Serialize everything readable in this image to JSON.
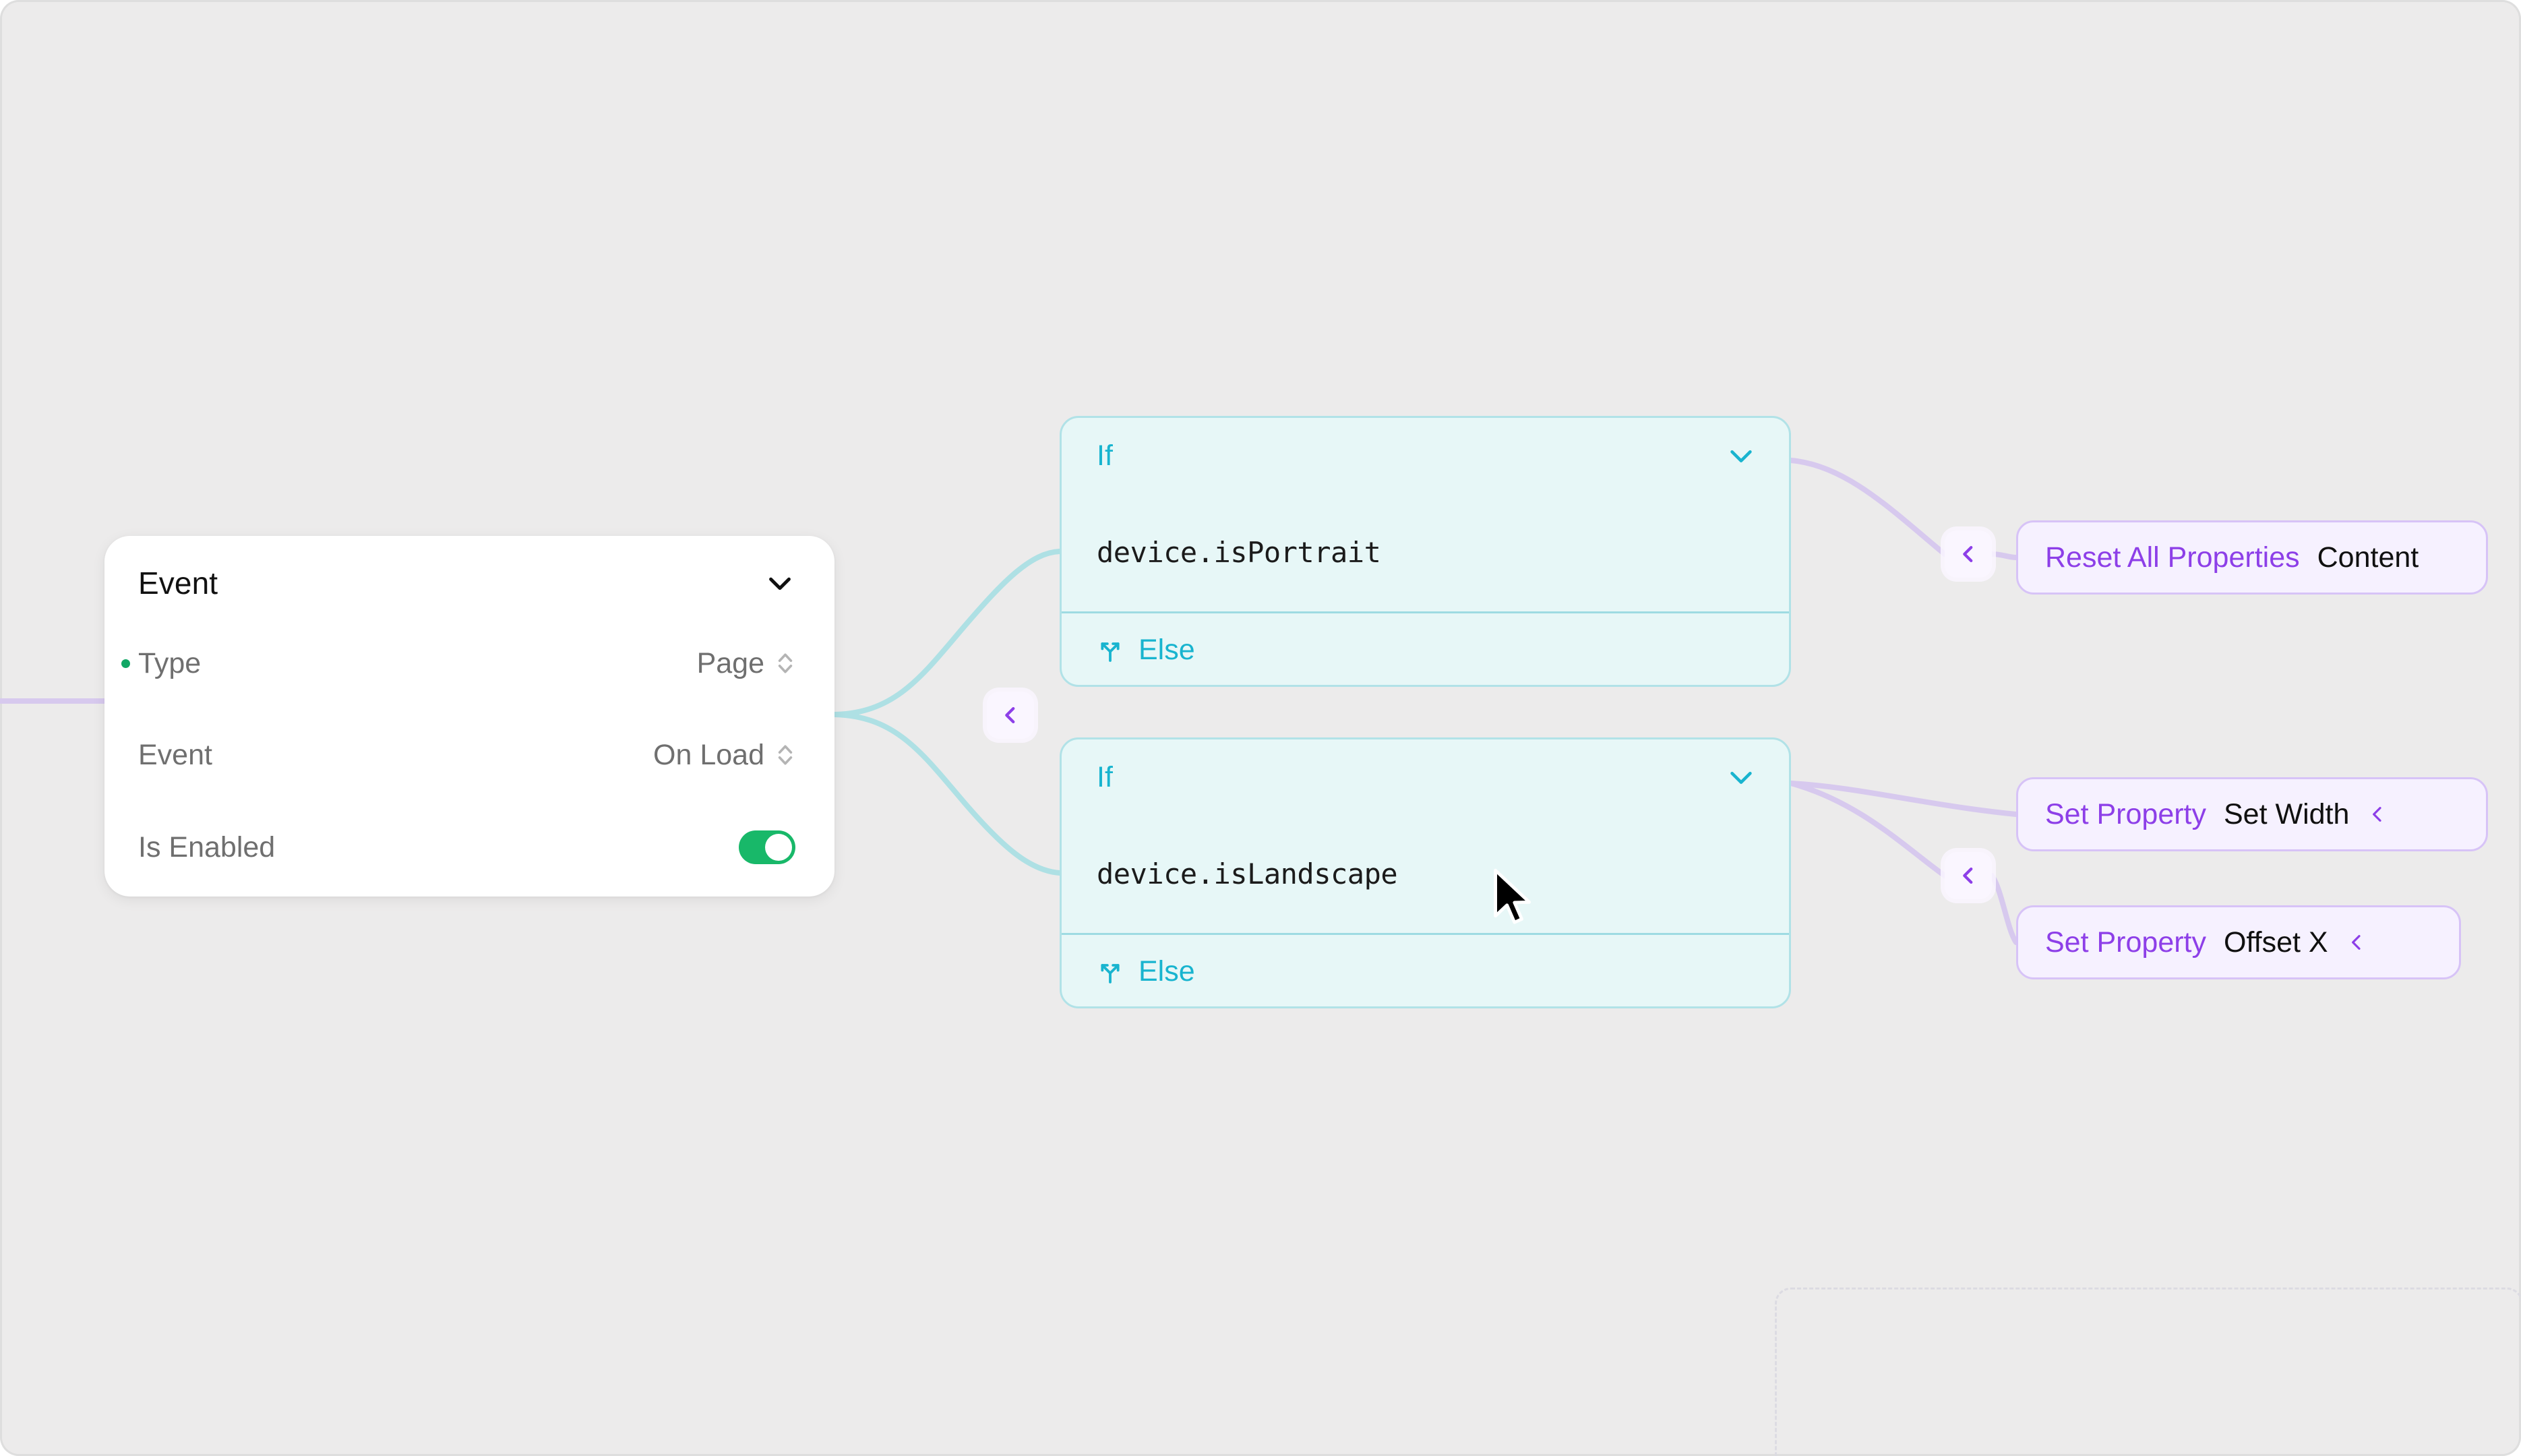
{
  "canvas": {
    "background_color": "#ecebeb",
    "accent_teal": "#18b4cf",
    "accent_purple": "#8d3fe8",
    "accent_green": "#18b869"
  },
  "event_card": {
    "title": "Event",
    "collapse_icon": "chevron-down-icon",
    "rows": [
      {
        "label": "Type",
        "value": "Page",
        "control": "stepper",
        "has_dot": true,
        "dot_color": "#11a765"
      },
      {
        "label": "Event",
        "value": "On Load",
        "control": "stepper",
        "has_dot": false
      },
      {
        "label": "Is Enabled",
        "value": "",
        "control": "toggle",
        "toggle_on": true,
        "has_dot": false
      }
    ]
  },
  "if_nodes": [
    {
      "title": "If",
      "expression": "device.isPortrait",
      "else_label": "Else",
      "collapse_icon": "chevron-down-icon",
      "fork_icon": "branch-fork-icon"
    },
    {
      "title": "If",
      "expression": "device.isLandscape",
      "else_label": "Else",
      "collapse_icon": "chevron-down-icon",
      "fork_icon": "branch-fork-icon"
    }
  ],
  "action_chips": [
    {
      "kind": "Reset All Properties",
      "target": "Content",
      "chevron": "chevron-left-icon",
      "truncated": true
    },
    {
      "kind": "Set Property",
      "target": "Set Width",
      "chevron": "chevron-left-icon",
      "truncated": false
    },
    {
      "kind": "Set Property",
      "target": "Offset X",
      "chevron": "chevron-left-icon",
      "truncated": false
    }
  ],
  "edge_buttons": [
    {
      "name": "root-collapse",
      "icon": "chevron-left-icon"
    },
    {
      "name": "branch-a-collapse",
      "icon": "chevron-left-icon"
    },
    {
      "name": "branch-b-collapse",
      "icon": "chevron-left-icon"
    }
  ],
  "cursor": {
    "icon": "mouse-pointer-icon"
  }
}
